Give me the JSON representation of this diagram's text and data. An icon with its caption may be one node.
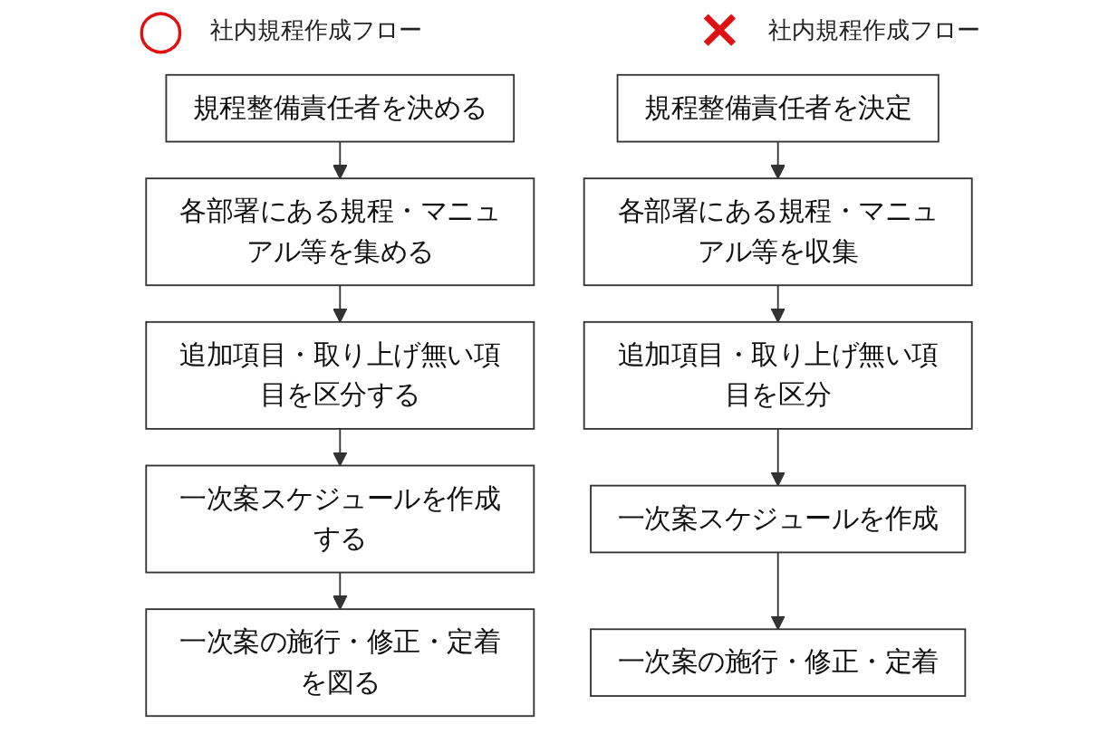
{
  "diagram": {
    "nodes": [
      {
        "text": [
          "規程整備責任者を決める"
        ]
      },
      {
        "text": [
          "各部署にある規程・マニュアル等を集める"
        ]
      },
      {
        "text": [
          "追加項目・取り上げ無い項目を区分する"
        ]
      },
      {
        "text": [
          "一次案スケジュールを作成する"
        ]
      },
      {
        "text": [
          "一次案の施行・修正・定着を図る"
        ]
      },
      {
        "text": [
          "規程整備責任者を決定"
        ]
      },
      {
        "text": [
          "各部署にある規程・マニュアル等を収集"
        ]
      },
      {
        "text": [
          "追加項目・取り上げ無い項目を区分"
        ]
      },
      {
        "text": [
          "一次案スケジュールを作成"
        ]
      },
      {
        "text": [
          "一次案の施行・修正・定着"
        ]
      }
    ],
    "edges": [
      {
        "from": 0,
        "to": 1,
        "arrow": "to"
      },
      {
        "from": 1,
        "to": 2,
        "arrow": "to"
      },
      {
        "from": 2,
        "to": 3,
        "arrow": "to"
      },
      {
        "from": 3,
        "to": 4,
        "arrow": "to"
      },
      {
        "from": 5,
        "to": 6,
        "arrow": "to"
      },
      {
        "from": 6,
        "to": 7,
        "arrow": "to"
      },
      {
        "from": 7,
        "to": 8,
        "arrow": "to"
      },
      {
        "from": 8,
        "to": 9,
        "arrow": "to"
      }
    ],
    "labels": [
      "○",
      "社内規程作成フロー",
      "×",
      "社内規程作成フロー"
    ]
  }
}
